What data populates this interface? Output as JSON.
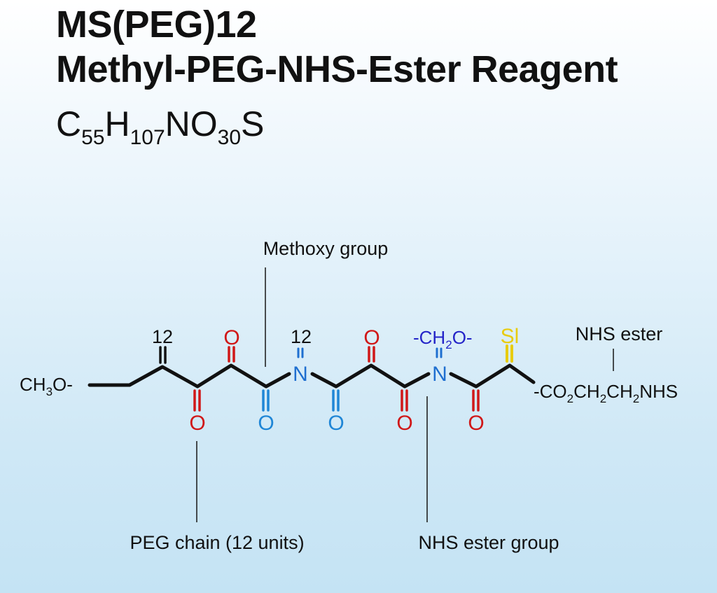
{
  "title": {
    "line1": "MS(PEG)12",
    "line2": "Methyl-PEG-NHS-Ester Reagent"
  },
  "formula": {
    "c": "C",
    "c_sub": "55",
    "h": "H",
    "h_sub": "107",
    "no": "NO",
    "o_sub": "30",
    "s": "S"
  },
  "labels": {
    "methoxy_group": "Methoxy group",
    "nhs_ester": "NHS ester",
    "peg_chain": "PEG chain (12 units)",
    "nhs_ester_group": "NHS ester group"
  },
  "structure": {
    "left_group": {
      "a": "CH",
      "a_sub": "3",
      "b": "O-"
    },
    "right_group": {
      "a": "-CO",
      "a_sub": "2",
      "b": "CH",
      "b_sub": "2",
      "c": "CH",
      "c_sub": "2",
      "d": "NHS"
    },
    "ch2o": {
      "a": "-CH",
      "a_sub": "2",
      "b": "O-"
    },
    "count_left": "12",
    "count_mid": "12",
    "atom_o": "O",
    "atom_n": "N",
    "atom_sl": "Sl"
  },
  "colors": {
    "oxygen_red": "#d01818",
    "oxygen_blue": "#1f86d6",
    "nitrogen_blue": "#1f6fd0",
    "ch2o_blue": "#2424c8",
    "sulfur_yellow": "#e8cc10",
    "bond": "#111111"
  }
}
